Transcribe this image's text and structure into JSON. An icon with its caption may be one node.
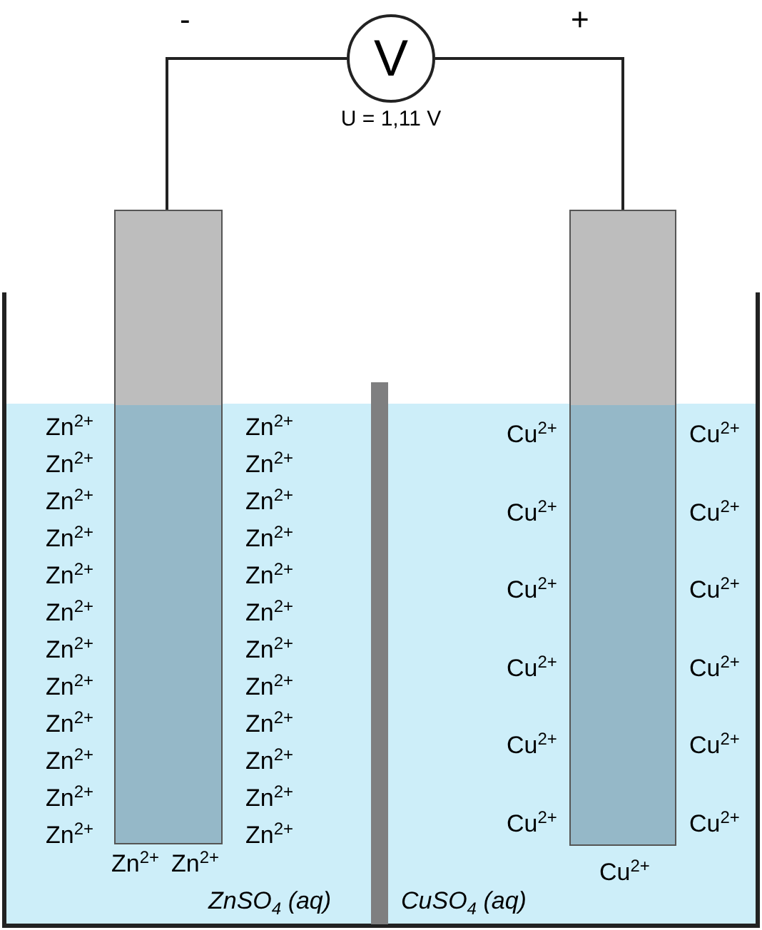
{
  "diagram": {
    "nodes": [
      {
        "text": [
          "V"
        ],
        "beside": [
          "U = 1,11 V"
        ]
      },
      {
        "text": [],
        "shape": "bar"
      },
      {
        "text": [],
        "shape": "bar"
      }
    ],
    "edges": [
      {
        "from": 1,
        "to": 0,
        "arrow": "none"
      },
      {
        "from": 0,
        "to": 2,
        "arrow": "none"
      }
    ],
    "labels": [
      "-",
      "+",
      "Zn$^{2+}$",
      "Zn$^{2+}$",
      "Zn$^{2+}$",
      "Zn$^{2+}$",
      "Zn$^{2+}$",
      "Zn$^{2+}$",
      "Zn$^{2+}$",
      "Zn$^{2+}$",
      "Zn$^{2+}$",
      "Zn$^{2+}$",
      "Zn$^{2+}$",
      "Zn$^{2+}$",
      "Zn$^{2+}$",
      "Zn$^{2+}$",
      "Zn$^{2+}$",
      "Zn$^{2+}$",
      "Zn$^{2+}$",
      "Zn$^{2+}$",
      "Zn$^{2+}$",
      "Zn$^{2+}$",
      "Zn$^{2+}$",
      "Zn$^{2+}$",
      "Zn$^{2+}$",
      "Zn$^{2+}$",
      "Zn$^{2+}$",
      "Zn$^{2+}$",
      "Cu$^{2+}$",
      "Cu$^{2+}$",
      "Cu$^{2+}$",
      "Cu$^{2+}$",
      "Cu$^{2+}$",
      "Cu$^{2+}$",
      "Cu$^{2+}$",
      "Cu$^{2+}$",
      "Cu$^{2+}$",
      "Cu$^{2+}$",
      "Cu$^{2+}$",
      "Cu$^{2+}$",
      "Cu$^{2+}$",
      "ZnSO$_{4}$ (aq)",
      "CuSO$_{4}$ (aq)"
    ]
  }
}
